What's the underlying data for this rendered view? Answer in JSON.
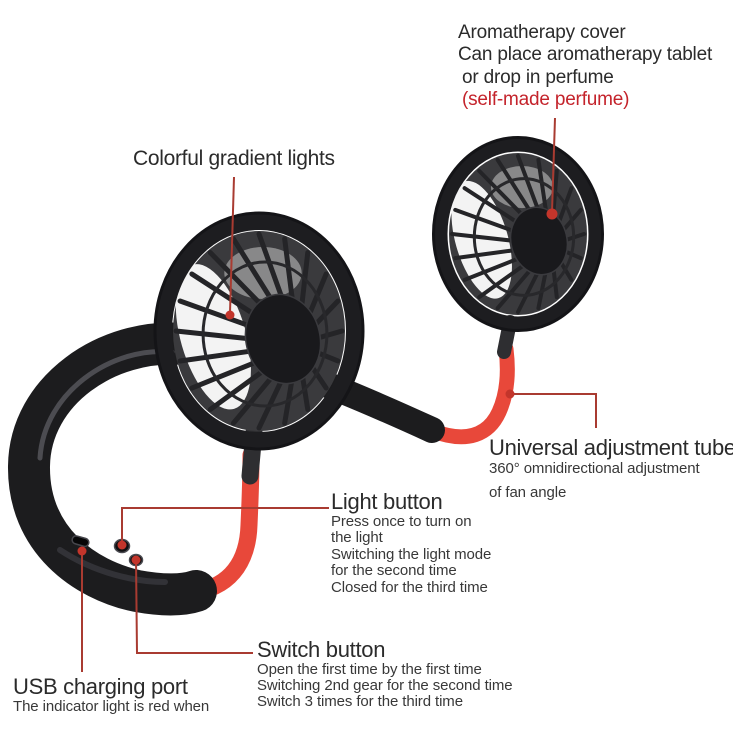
{
  "annotations": {
    "aromatherapy": {
      "line1": "Aromatherapy cover",
      "line2": "Can place aromatherapy tablet",
      "line3": "or drop in perfume",
      "highlight": "(self-made perfume)"
    },
    "gradient_lights": {
      "label": "Colorful gradient lights"
    },
    "universal_tube": {
      "title": "Universal adjustment tube",
      "line1": "360° omnidirectional adjustment",
      "line2": "of fan angle"
    },
    "light_button": {
      "title": "Light button",
      "line1": "Press once to turn on",
      "line2": "the light",
      "line3": "Switching the light mode",
      "line4": "for the second time",
      "line5": "Closed for the third time"
    },
    "switch_button": {
      "title": "Switch button",
      "line1": "Open the first time by the first time",
      "line2": "Switching 2nd gear for the second time",
      "line3": "Switch 3 times for the third time"
    },
    "usb_port": {
      "title": "USB charging port",
      "line1": "The indicator light is red when"
    }
  },
  "colors": {
    "tube_red": "#e8483a",
    "annotation_line_red": "#a93b31",
    "text_red": "#c4232b",
    "device_black": "#1d1d20",
    "text_black": "#2b2b2b",
    "background": "#ffffff"
  }
}
